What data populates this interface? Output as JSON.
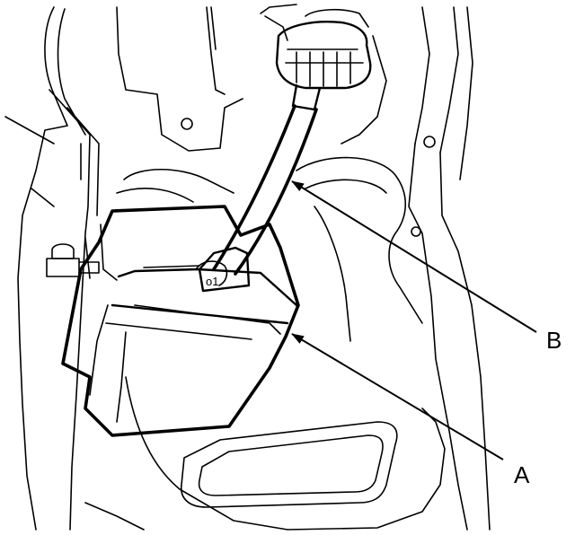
{
  "callouts": {
    "a": {
      "label": "A"
    },
    "b": {
      "label": "B"
    }
  },
  "component_marking": "o1",
  "colors": {
    "line": "#000000",
    "background": "#ffffff"
  }
}
